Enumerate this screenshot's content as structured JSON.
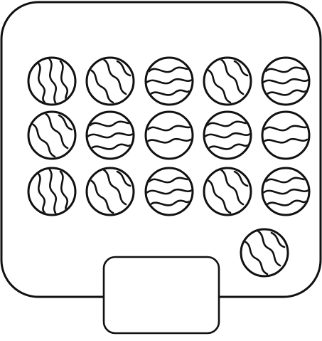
{
  "colors": {
    "line": "#111111",
    "background": "#ffffff"
  },
  "tray": {
    "label_text": ""
  },
  "marbles": {
    "count": 16,
    "rows": [
      [
        "diagonal",
        "diagonal",
        "horizontal",
        "diagonal",
        "horizontal"
      ],
      [
        "diagonal",
        "horizontal",
        "horizontal",
        "horizontal",
        "horizontal"
      ],
      [
        "diagonal",
        "diagonal",
        "horizontal",
        "diagonal",
        "horizontal"
      ],
      [
        "diagonal"
      ]
    ]
  }
}
